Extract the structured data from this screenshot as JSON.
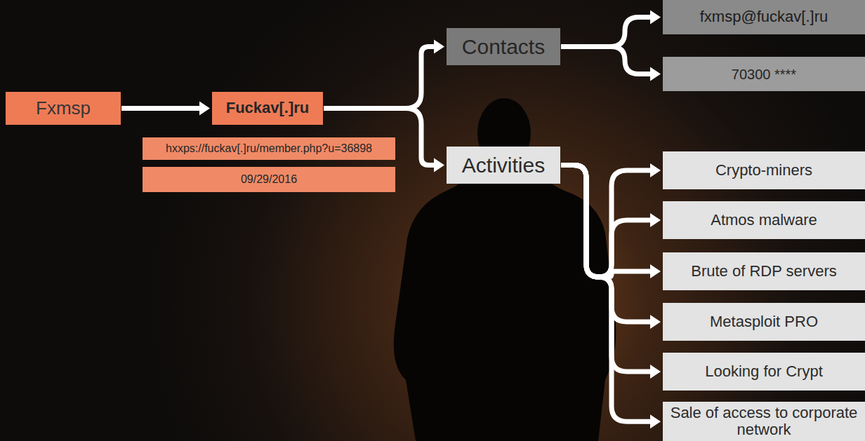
{
  "diagram": {
    "nodes": [
      {
        "text": [
          "Fxmsp"
        ]
      },
      {
        "text": [
          "Fuckav[.]ru"
        ]
      },
      {
        "text": [
          "hxxps://fuckav[.]ru/member.php?u=36898"
        ]
      },
      {
        "text": [
          "09/29/2016"
        ]
      },
      {
        "text": [
          "Contacts"
        ]
      },
      {
        "text": [
          "Activities"
        ]
      },
      {
        "text": [
          "fxmsp@fuckav[.]ru"
        ]
      },
      {
        "text": [
          "70300 ****"
        ]
      },
      {
        "text": [
          "Crypto-miners"
        ]
      },
      {
        "text": [
          "Atmos malware"
        ]
      },
      {
        "text": [
          "Brute of RDP servers"
        ]
      },
      {
        "text": [
          "Metasploit PRO"
        ]
      },
      {
        "text": [
          "Looking for Crypt"
        ]
      },
      {
        "text": [
          "Sale of access to corporate network"
        ]
      }
    ],
    "edges": [
      {
        "from": 0,
        "to": 1,
        "arrow": "to"
      },
      {
        "from": 1,
        "to": 4,
        "arrow": "to"
      },
      {
        "from": 1,
        "to": 5,
        "arrow": "to"
      },
      {
        "from": 4,
        "to": 6,
        "arrow": "to"
      },
      {
        "from": 4,
        "to": 7,
        "arrow": "to"
      },
      {
        "from": 5,
        "to": 8,
        "arrow": "to"
      },
      {
        "from": 5,
        "to": 9,
        "arrow": "to"
      },
      {
        "from": 5,
        "to": 10,
        "arrow": "to"
      },
      {
        "from": 5,
        "to": 11,
        "arrow": "to"
      },
      {
        "from": 5,
        "to": 12,
        "arrow": "to"
      },
      {
        "from": 5,
        "to": 13,
        "arrow": "to"
      }
    ]
  }
}
